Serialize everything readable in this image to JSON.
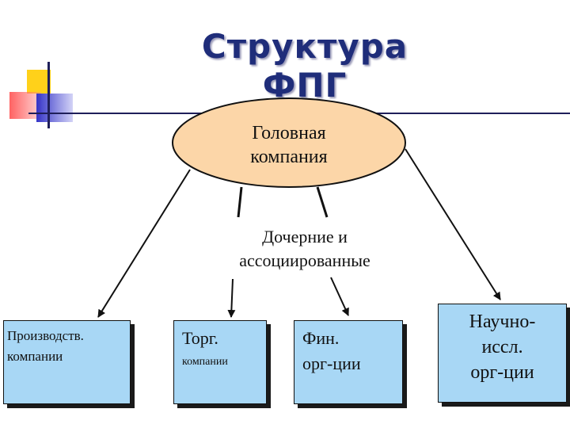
{
  "title": "Структура ФПГ",
  "head": {
    "line1": "Головная",
    "line2": "компания"
  },
  "subsidiaries": {
    "line1": "Дочерние и",
    "line2": "ассоциированные"
  },
  "boxes": {
    "production": {
      "line1": "Производств.",
      "line2": "компании"
    },
    "trade": {
      "line1": "Торг.",
      "line2": "компании"
    },
    "finance": {
      "line1": "Фин.",
      "line2": "орг-ции"
    },
    "research": {
      "line1": "Научно-",
      "line2": "иссл.",
      "line3": "орг-ции"
    }
  },
  "colors": {
    "title": "#1f2d7a",
    "ellipse_fill": "#fcd6a8",
    "box_fill": "#a8d7f5"
  }
}
